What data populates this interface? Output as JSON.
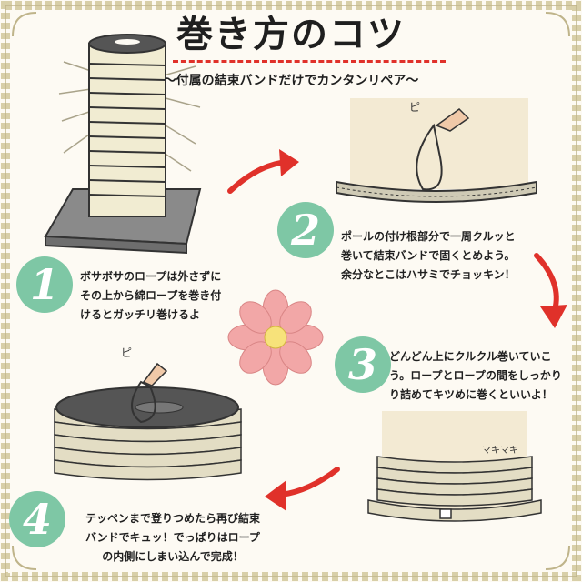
{
  "header": {
    "title": "巻き方のコツ",
    "subtitle": "〜付属の結束バンドだけでカンタンリペア〜"
  },
  "colors": {
    "badge": "#7ec7a5",
    "arrow": "#e0312a",
    "rope": "#e8e3cc",
    "base": "#8a8a8a",
    "flower": "#f2a7a7"
  },
  "steps": [
    {
      "number": "1",
      "lines": [
        "ボサボサのロープは外さずに",
        "その上から綿ロープを巻き付",
        "けるとガッチリ巻けるよ"
      ]
    },
    {
      "number": "2",
      "lines": [
        "ポールの付け根部分で一周クルッと",
        "巻いて結束バンドで固くとめよう。",
        "余分なとこはハサミでチョッキン！"
      ]
    },
    {
      "number": "3",
      "lines": [
        "どんどん上にクルクル巻いていこ",
        "う。ロープとロープの間をしっかり",
        "り詰めてキツめに巻くといいよ！"
      ]
    },
    {
      "number": "4",
      "lines": [
        "テッペンまで登りつめたら再び結束",
        "バンドでキュッ！でっぱりはロープ",
        "の内側にしまい込んで完成！"
      ]
    }
  ],
  "sound_effects": {
    "pi_top": "ピ",
    "pi_bottom": "ピ",
    "maki": "マキマキ"
  }
}
